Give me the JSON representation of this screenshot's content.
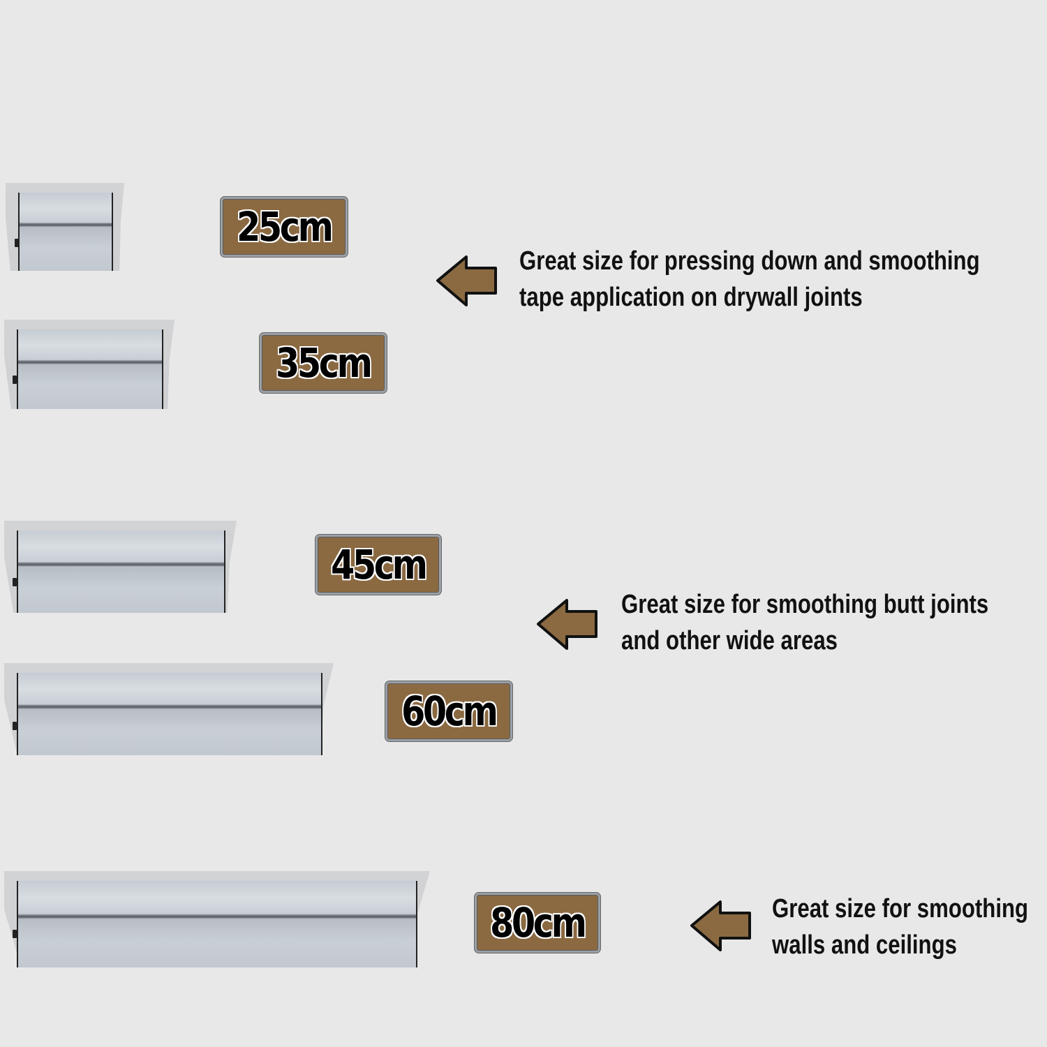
{
  "background_color": "#e8e8e8",
  "accent_color": "#8b6a42",
  "items": [
    {
      "size_label": "25cm"
    },
    {
      "size_label": "35cm"
    },
    {
      "size_label": "45cm"
    },
    {
      "size_label": "60cm"
    },
    {
      "size_label": "80cm"
    }
  ],
  "descriptions": [
    {
      "icon": "left-arrow-icon",
      "line1": "Great size for pressing down and smoothing",
      "line2": "tape application on drywall joints"
    },
    {
      "icon": "left-arrow-icon",
      "line1": "Great size for smoothing butt joints",
      "line2": "and other wide areas"
    },
    {
      "icon": "left-arrow-icon",
      "line1": "Great size for smoothing",
      "line2": "walls and ceilings"
    }
  ]
}
